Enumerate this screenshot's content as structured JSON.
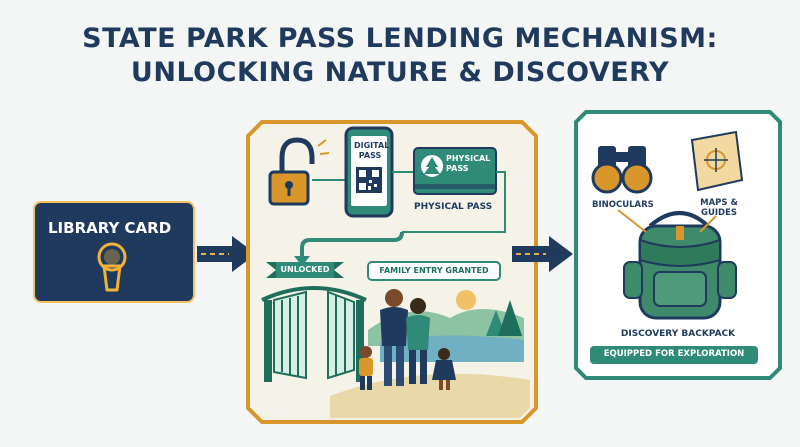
{
  "title": {
    "line1": "STATE PARK PASS LENDING MECHANISM:",
    "line2": "UNLOCKING NATURE & DISCOVERY"
  },
  "library_card": {
    "label": "LIBRARY CARD",
    "icon": "keyhole-icon"
  },
  "middle_panel": {
    "lock_icon": "open-padlock-icon",
    "digital_pass_label_line1": "DIGITAL",
    "digital_pass_label_line2": "PASS",
    "physical_card_line1": "PHYSICAL",
    "physical_card_line2": "PASS",
    "physical_pass_caption": "PHYSICAL PASS",
    "unlocked_ribbon": "UNLOCKED",
    "family_entry_label": "FAMILY ENTRY GRANTED"
  },
  "right_panel": {
    "binoculars_label": "BINOCULARS",
    "maps_label_line1": "MAPS &",
    "maps_label_line2": "GUIDES",
    "backpack_label": "DISCOVERY BACKPACK",
    "equipped_label": "EQUIPPED FOR EXPLORATION"
  },
  "colors": {
    "navy": "#1f3a5c",
    "gold": "#d9962a",
    "teal": "#2f8a78",
    "green": "#3f8a6a",
    "background": "#f3f6f5"
  }
}
